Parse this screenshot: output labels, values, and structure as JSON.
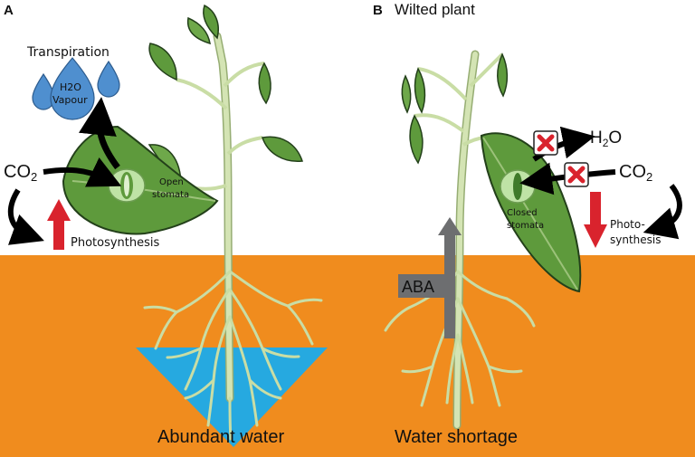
{
  "panel_a": {
    "letter": "A",
    "transpiration": "Transpiration",
    "vapour_line1": "H2O",
    "vapour_line2": "Vapour",
    "co2": "CO",
    "co2_sub": "2",
    "stomata_line1": "Open",
    "stomata_line2": "stomata",
    "photosynthesis": "Photosynthesis",
    "water": "Abundant water"
  },
  "panel_b": {
    "letter": "B",
    "title": "Wilted plant",
    "h2o": "H",
    "h2o_sub": "2",
    "h2o_tail": "O",
    "co2": "CO",
    "co2_sub": "2",
    "stomata_line1": "Closed",
    "stomata_line2": "stomata",
    "photo_line1": "Photo-",
    "photo_line2": "synthesis",
    "aba": "ABA",
    "water": "Water shortage"
  },
  "colors": {
    "soil": "#f08c1e",
    "water": "#26a9e0",
    "leaf": "#5e9a3c",
    "stem": "#c9dda5",
    "up_arrow": "#d9232d",
    "aba_arrow": "#6d6e70",
    "vapour": "#4f8fcf"
  }
}
